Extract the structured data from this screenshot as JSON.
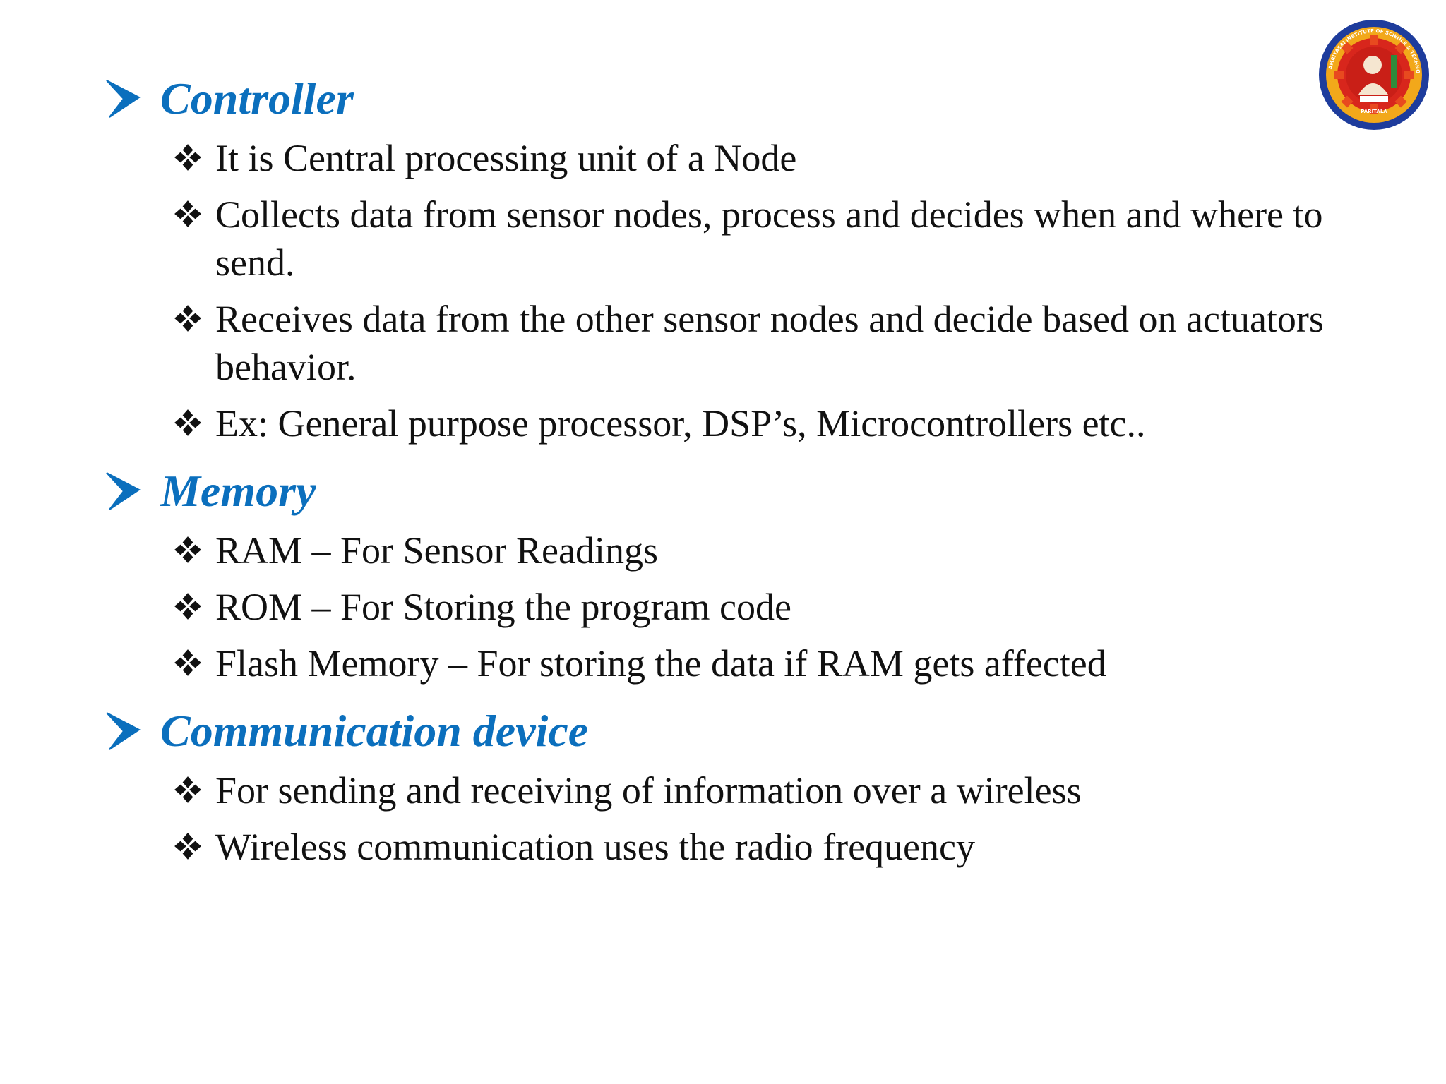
{
  "logo": {
    "name": "institution-logo",
    "ring_text": "AMRITASAI INSTITUTE OF SCIENCE & TECHNOLOGY",
    "place": "PARITALA",
    "colors": {
      "outer": "#1e3c9c",
      "ring": "#f2a81a",
      "inner": "#d8261c",
      "gear": "#e84a1f"
    }
  },
  "colors": {
    "heading": "#0b6fbd",
    "body_text": "#111111",
    "background": "#ffffff"
  },
  "icons": {
    "heading_bullet": "arrowhead-icon",
    "sub_bullet": "four-diamond-icon"
  },
  "sections": [
    {
      "heading": "Controller",
      "items": [
        "It is Central processing unit of a Node",
        "Collects data from sensor nodes, process and decides when and where to send.",
        "Receives data from the other sensor nodes and decide based on actuators behavior.",
        "Ex: General purpose processor, DSP’s, Microcontrollers etc.."
      ]
    },
    {
      "heading": "Memory",
      "items": [
        "RAM – For Sensor Readings",
        "ROM – For Storing the program code",
        "Flash Memory – For storing the data if RAM gets affected"
      ]
    },
    {
      "heading": "Communication device",
      "items": [
        "For sending and receiving of information over a wireless",
        "Wireless communication uses the radio frequency"
      ]
    }
  ]
}
